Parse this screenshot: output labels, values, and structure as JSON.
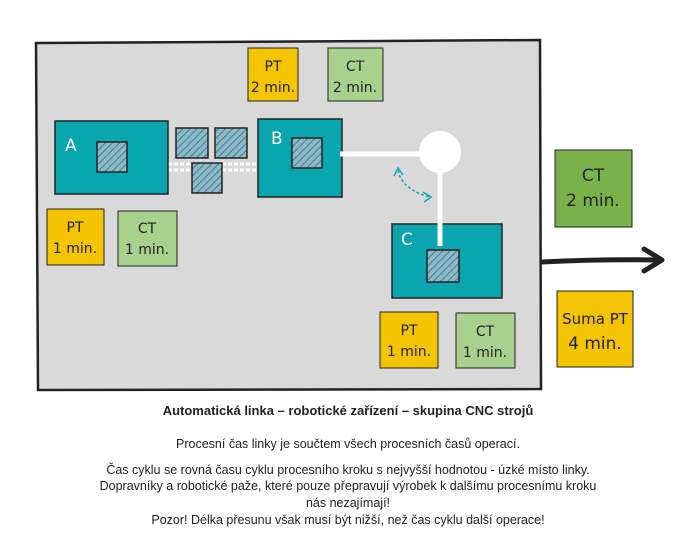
{
  "diagram": {
    "stations": {
      "a": {
        "label": "A"
      },
      "b": {
        "label": "B"
      },
      "c": {
        "label": "C"
      }
    },
    "notes": {
      "top_pt": {
        "lines": [
          "PT",
          "2 min."
        ]
      },
      "top_ct": {
        "lines": [
          "CT",
          "2 min."
        ]
      },
      "a_pt": {
        "lines": [
          "PT",
          "1 min."
        ]
      },
      "a_ct": {
        "lines": [
          "CT",
          "1 min."
        ]
      },
      "c_pt": {
        "lines": [
          "PT",
          "1 min."
        ]
      },
      "c_ct": {
        "lines": [
          "CT",
          "1 min."
        ]
      },
      "out_ct": {
        "lines": [
          "CT",
          "2 min."
        ]
      },
      "out_sum": {
        "lines": [
          "Suma PT",
          "4 min."
        ]
      }
    },
    "colors": {
      "station": "#0aa6b0",
      "pt_note": "#f5c400",
      "ct_note": "#a7d18d",
      "ct_note_out": "#7ab24a",
      "frame_bg": "#d9d9d9"
    }
  },
  "caption": {
    "title": "Automatická linka – robotické zařízení – skupina CNC strojů",
    "line1": "Procesní čas linky je součtem všech procesních časů operací.",
    "line2": "Čas cyklu se rovná času cyklu procesního kroku s nejvyšší hodnotou - úzké místo linky.",
    "line3": "Dopravníky a robotické paže, které pouze přepravují výrobek k dalšímu procesnímu kroku",
    "line4": "nás nezajímají!",
    "line5": "Pozor! Délka přesunu však musí být nižší, než čas cyklu další operace!"
  }
}
